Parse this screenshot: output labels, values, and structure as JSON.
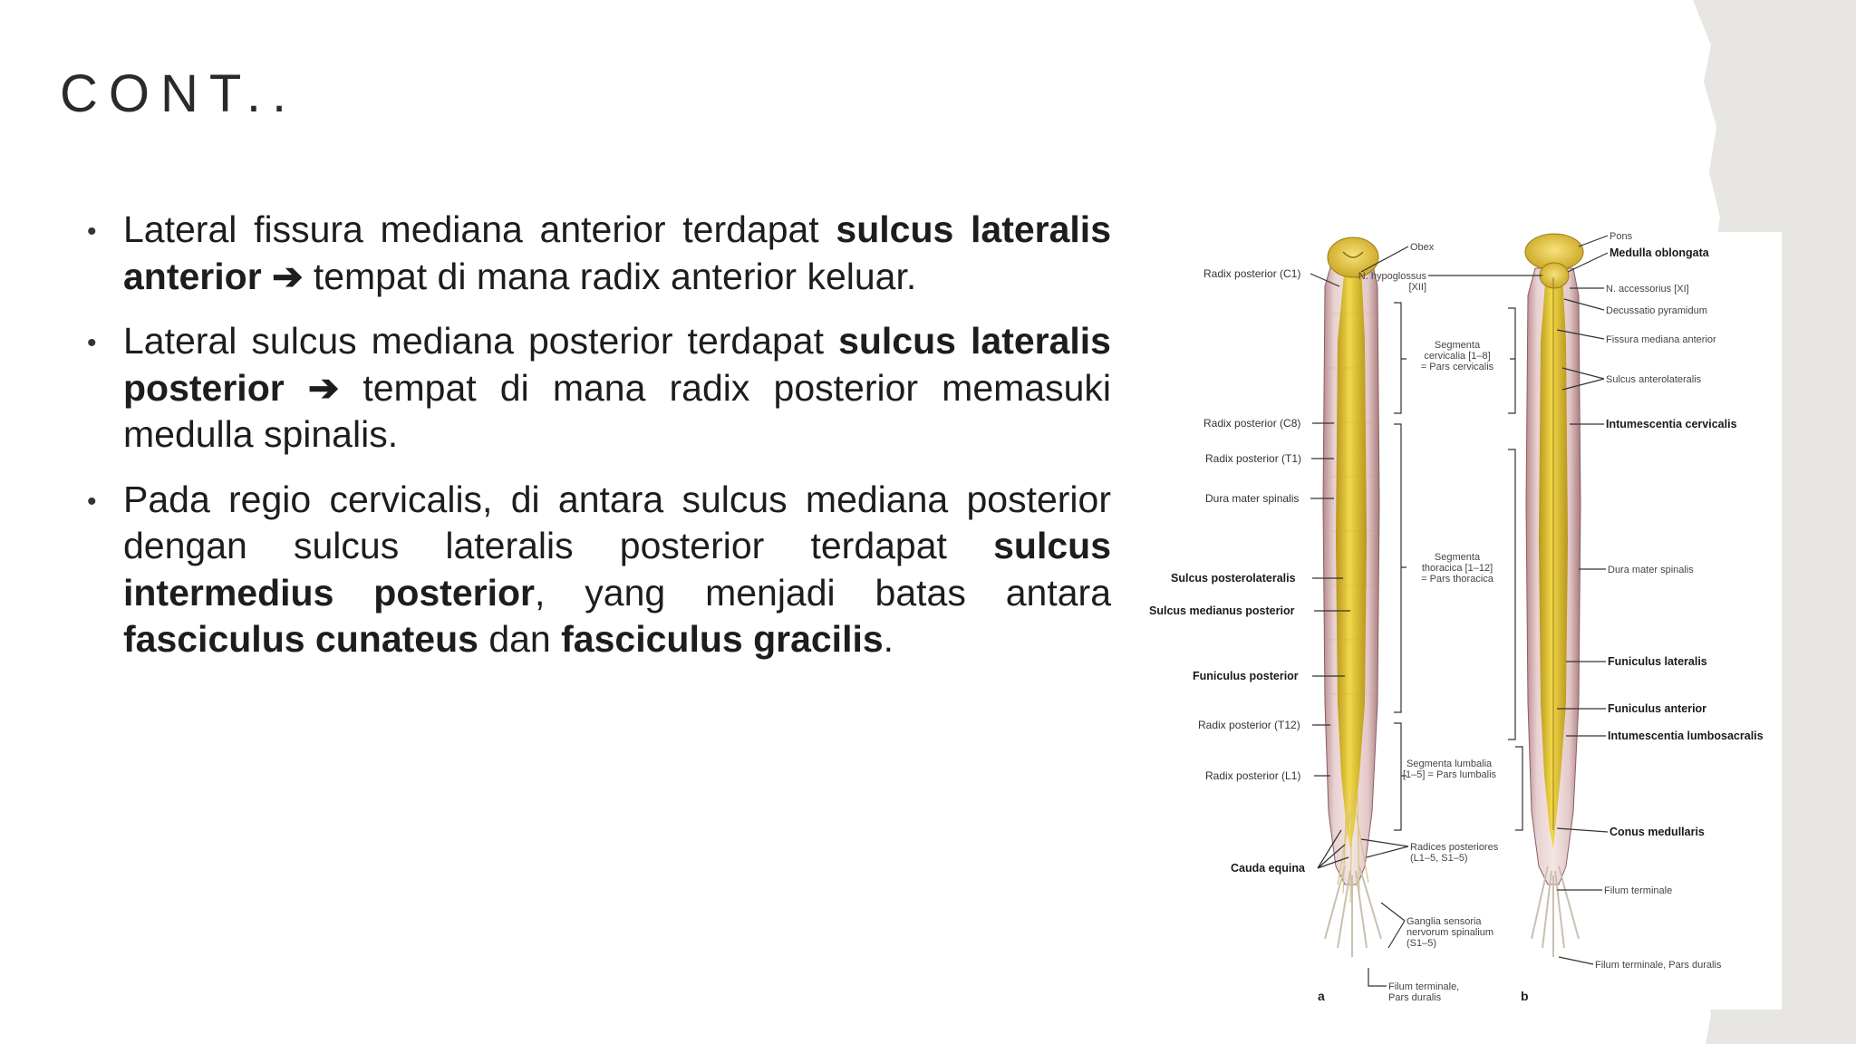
{
  "slide": {
    "title": "CONT..",
    "bullets": [
      {
        "parts": [
          {
            "t": "Lateral fissura mediana anterior terdapat ",
            "b": false
          },
          {
            "t": "sulcus lateralis anterior",
            "b": true
          },
          {
            "t": " ",
            "b": false
          },
          {
            "t": "➔",
            "b": true
          },
          {
            "t": " tempat di mana radix anterior keluar.",
            "b": false
          }
        ]
      },
      {
        "parts": [
          {
            "t": "Lateral sulcus mediana posterior terdapat ",
            "b": false
          },
          {
            "t": "sulcus lateralis posterior",
            "b": true
          },
          {
            "t": " ",
            "b": false
          },
          {
            "t": "➔",
            "b": true
          },
          {
            "t": " tempat di mana radix posterior memasuki medulla spinalis.",
            "b": false
          }
        ]
      },
      {
        "parts": [
          {
            "t": "Pada regio cervicalis, di antara sulcus mediana posterior dengan sulcus lateralis posterior terdapat ",
            "b": false
          },
          {
            "t": "sulcus intermedius posterior",
            "b": true
          },
          {
            "t": ", yang menjadi batas antara ",
            "b": false
          },
          {
            "t": "fasciculus cunateus",
            "b": true
          },
          {
            "t": " dan ",
            "b": false
          },
          {
            "t": "fasciculus gracilis",
            "b": true
          },
          {
            "t": ".",
            "b": false
          }
        ]
      }
    ]
  },
  "figure": {
    "left_labels": {
      "radix_c1": "Radix posterior (C1)",
      "radix_c8": "Radix posterior (C8)",
      "radix_t1": "Radix posterior (T1)",
      "dura": "Dura mater spinalis",
      "sulcus_postlat": "Sulcus posterolateralis",
      "sulcus_med": "Sulcus medianus posterior",
      "funiculus_post": "Funiculus posterior",
      "radix_t12": "Radix posterior (T12)",
      "radix_l1": "Radix posterior (L1)",
      "cauda": "Cauda equina"
    },
    "middle_labels": {
      "obex": "Obex",
      "hypoglossus_1": "N. hypoglossus",
      "hypoglossus_2": "[XII]",
      "cerv_1": "Segmenta",
      "cerv_2": "cervicalia [1–8]",
      "cerv_3": "= Pars cervicalis",
      "thor_1": "Segmenta",
      "thor_2": "thoracica [1–12]",
      "thor_3": "= Pars thoracica",
      "lumb_1": "Segmenta lumbalia",
      "lumb_2": "[1–5] = Pars lumbalis",
      "rad_1": "Radices posteriores",
      "rad_2": "(L1–5, S1–5)",
      "gang_1": "Ganglia sensoria",
      "gang_2": "nervorum spinalium",
      "gang_3": "(S1–5)",
      "filum_1": "Filum terminale,",
      "filum_2": "Pars duralis",
      "panel_a": "a",
      "panel_b": "b"
    },
    "right_labels": {
      "pons": "Pons",
      "medulla": "Medulla oblongata",
      "accessorius": "N. accessorius [XI]",
      "decussatio": "Decussatio pyramidum",
      "fissura": "Fissura mediana anterior",
      "sulcus_antlat": "Sulcus anterolateralis",
      "intum_cerv": "Intumescentia cervicalis",
      "dura": "Dura mater spinalis",
      "funiculus_lat": "Funiculus lateralis",
      "funiculus_ant": "Funiculus anterior",
      "intum_lumb": "Intumescentia lumbosacralis",
      "conus": "Conus medullaris",
      "filum_term": "Filum terminale",
      "filum_dural": "Filum terminale, Pars duralis"
    }
  }
}
